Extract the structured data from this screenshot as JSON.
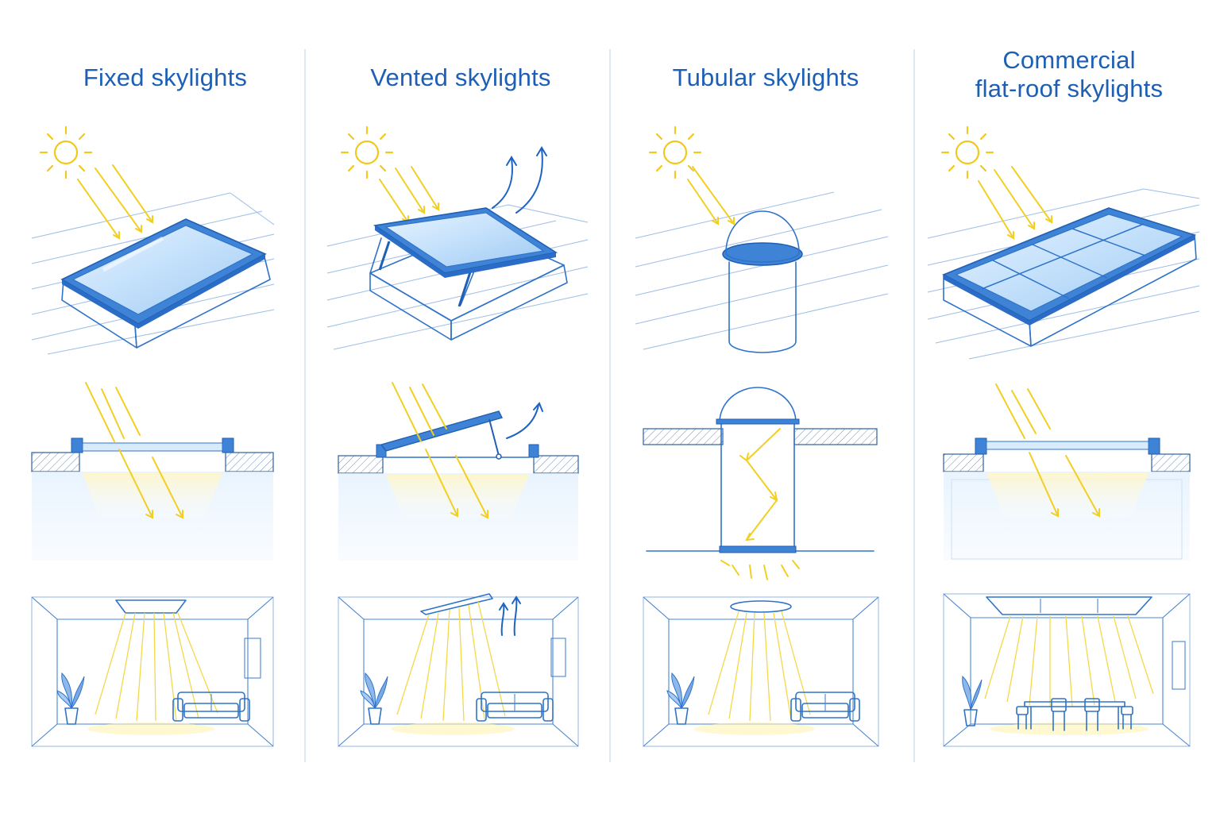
{
  "panels": [
    {
      "title_lines": [
        "Fixed skylights"
      ]
    },
    {
      "title_lines": [
        "Vented skylights"
      ]
    },
    {
      "title_lines": [
        "Tubular skylights"
      ]
    },
    {
      "title_lines": [
        "Commercial",
        "flat-roof skylights"
      ]
    }
  ],
  "colors": {
    "title": "#1c5fb5",
    "frame": "#2f73c9",
    "glass": "#cfe6fb",
    "sunlight": "#f2cf22",
    "roof_lines": "#9dbde6",
    "divider": "#c9d9ee"
  },
  "icons": [
    "sun-icon",
    "ventilation-arrow-icon",
    "plant-icon",
    "sofa-icon",
    "dining-table-icon"
  ]
}
